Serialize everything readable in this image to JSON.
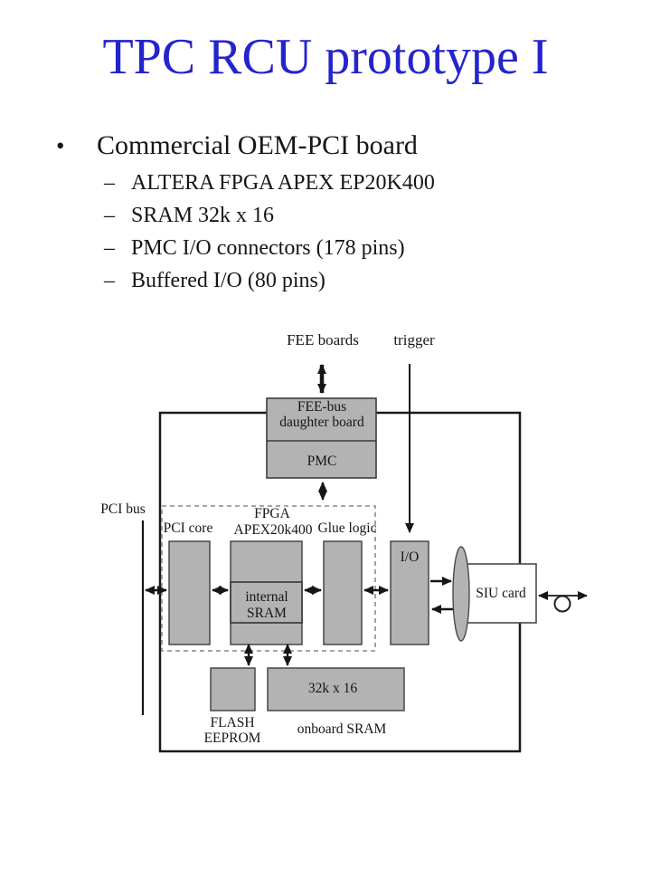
{
  "slide": {
    "title": "TPC RCU prototype I",
    "bullet": {
      "marker": "•",
      "text": "Commercial OEM-PCI board",
      "sub_marker": "–",
      "sub_items": [
        "ALTERA FPGA APEX EP20K400",
        "SRAM 32k x 16",
        "PMC I/O connectors (178 pins)",
        "Buffered I/O (80 pins)"
      ]
    }
  },
  "diagram": {
    "external_labels": {
      "fee_boards": "FEE boards",
      "trigger": "trigger",
      "pci_bus": "PCI bus"
    },
    "blocks": {
      "fee_bus_daughter_board_line1": "FEE-bus",
      "fee_bus_daughter_board_line2": "daughter board",
      "pmc": "PMC",
      "pci_core": "PCI core",
      "fpga_line1": "FPGA",
      "fpga_line2": "APEX20k400",
      "glue_logic": "Glue logic",
      "io": "I/O",
      "internal_sram_line1": "internal",
      "internal_sram_line2": "SRAM",
      "siu_card": "SIU card",
      "onboard_sram_size": "32k x 16",
      "flash_line1": "FLASH",
      "flash_line2": "EEPROM",
      "onboard_sram_caption": "onboard SRAM"
    },
    "colors": {
      "title_blue": "#2424cc",
      "block_fill": "#b3b3b3",
      "block_border": "#3d3d3d",
      "board_outline": "#1a1a1a",
      "dashed_region": "#8a8a8a",
      "text": "#161616"
    }
  }
}
